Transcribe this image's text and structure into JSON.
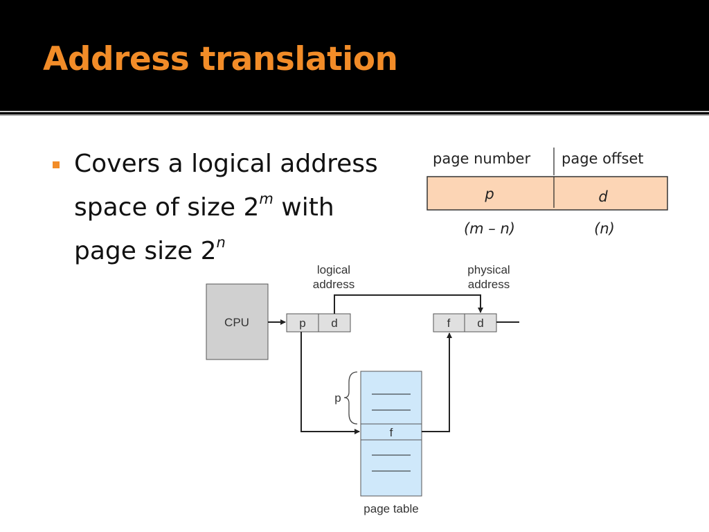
{
  "slide": {
    "title": "Address translation",
    "bullet": {
      "line1": "Covers a logical address",
      "line2_prefix": "space of size 2",
      "line2_exp": "m",
      "line2_suffix": " with",
      "line3_prefix": "page size 2",
      "line3_exp": "n"
    }
  },
  "address_format": {
    "header_left": "page number",
    "header_right": "page offset",
    "cell_left": "p",
    "cell_right": "d",
    "size_left": "(m – n)",
    "size_right": "(n)",
    "cell_color": "#fcd5b5"
  },
  "translation_diagram": {
    "cpu_label": "CPU",
    "logical_label_1": "logical",
    "logical_label_2": "address",
    "physical_label_1": "physical",
    "physical_label_2": "address",
    "logical_p": "p",
    "logical_d": "d",
    "physical_f": "f",
    "physical_d": "d",
    "brace_label": "p",
    "table_entry": "f",
    "table_caption": "page table",
    "cpu_color": "#d0d0d0",
    "table_color": "#cfe8fa",
    "register_color": "#e0e0e0"
  },
  "colors": {
    "title": "#f28c28",
    "bullet": "#f28c28"
  }
}
